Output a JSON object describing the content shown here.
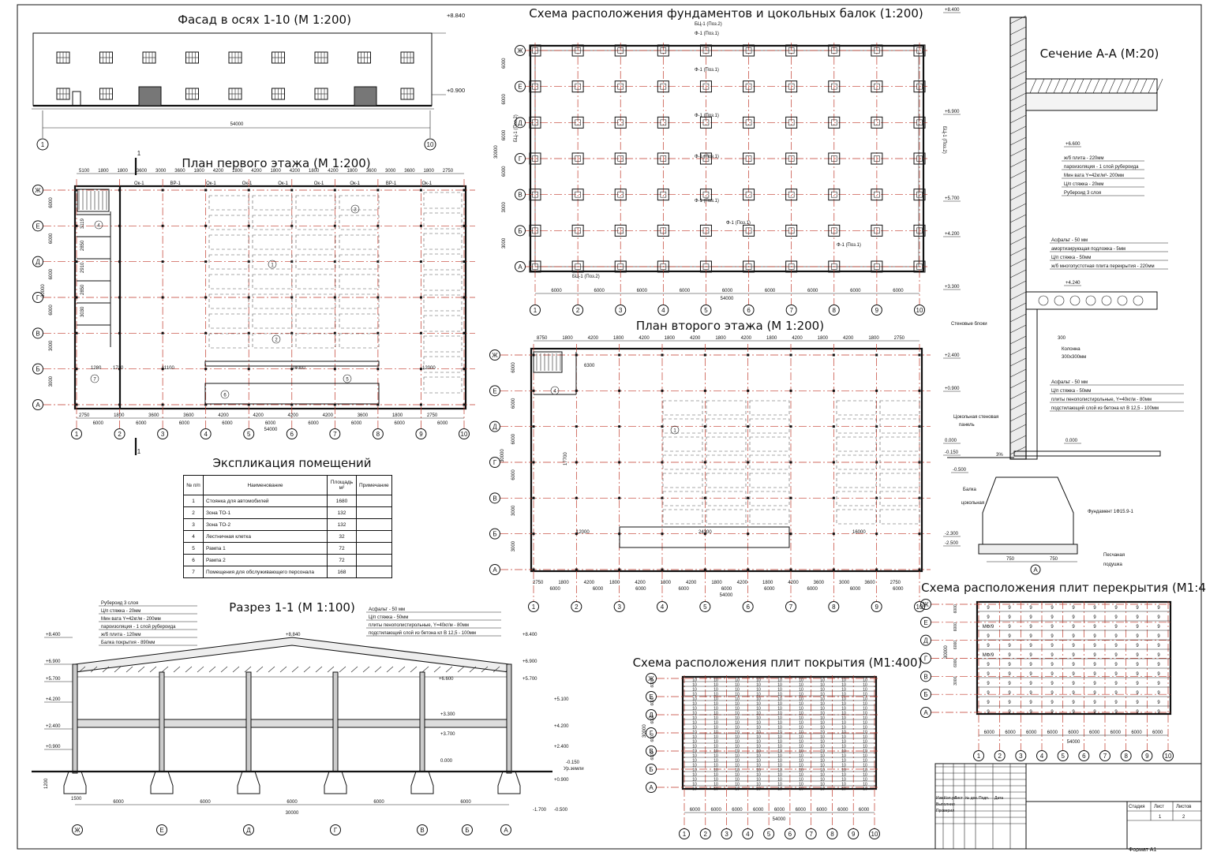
{
  "sheet": {
    "facade_title": "Фасад в осях 1-10 (М 1:200)",
    "foundation_title": "Схема расположения фундаментов и цокольных балок (1:200)",
    "plan1_title": "План первого этажа (М 1:200)",
    "plan2_title": "План второго этажа (М 1:200)",
    "section_aa_title": "Сечение А-А (М:20)",
    "expl_title": "Экспликация помещений",
    "section11_title": "Разрез 1-1 (М 1:100)",
    "roof_slabs_title": "Схема расположения плит покрытия (М1:400)",
    "floor_slabs_title": "Схема расположения плит перекрытия (М1:400)"
  },
  "facade": {
    "elev_top": "+8.840",
    "elev_mid": "+0.900",
    "dim": "54000",
    "axis_start": "1",
    "axis_end": "10"
  },
  "axes": {
    "numeric": [
      "1",
      "2",
      "3",
      "4",
      "5",
      "6",
      "7",
      "8",
      "9",
      "10"
    ],
    "letters": [
      "Ж",
      "Е",
      "Д",
      "Г",
      "В",
      "Б",
      "А"
    ],
    "section_letters": [
      "Ж",
      "Е",
      "Д",
      "Г",
      "В",
      "Б",
      "А"
    ]
  },
  "foundation": {
    "labels": [
      "БЦ-1 (Поз.2)",
      "Ф-1 (Поз.1)",
      "Ф-1 (Поз.1)",
      "Ф-1 (Поз.1)",
      "Ф-1 (Поз.1)",
      "Ф-1 (Поз.1)",
      "Ф-1 (Поз.1)",
      "Ф-1 (Поз.1)",
      "БЦ-1 (Поз.2)"
    ],
    "side_label_left": "БЦ-1 (Поз.2)",
    "side_label_right": "БЦ-1 (Поз.2)",
    "spans": [
      "6000",
      "6000",
      "6000",
      "6000",
      "6000",
      "6000",
      "6000",
      "6000",
      "6000"
    ],
    "total": "54000",
    "vert_dims": [
      "6000",
      "6000",
      "6000",
      "6000",
      "3000",
      "3000"
    ],
    "vert_total": "30000"
  },
  "plan1": {
    "top_dims": [
      "5100",
      "1800",
      "1800",
      "3600",
      "3000",
      "3600",
      "1800",
      "4200",
      "1800",
      "4200",
      "1800",
      "4200",
      "1800",
      "4200",
      "1800",
      "3600",
      "3000",
      "3600",
      "1800",
      "2750"
    ],
    "windows": [
      "Ок-1",
      "ВР-1",
      "Ок-1",
      "Ок-1",
      "Ок-1",
      "Ок-1",
      "Ок-1",
      "ВР-1",
      "Ок-1"
    ],
    "rooms": [
      "1",
      "2",
      "3",
      "4",
      "5",
      "6",
      "7"
    ],
    "inner_dims": [
      "3119",
      "2850",
      "2910",
      "2850",
      "3030"
    ],
    "bottom_dims": [
      "2750",
      "1800",
      "3600",
      "3600",
      "4200",
      "4200",
      "4200",
      "4200",
      "3600",
      "1800",
      "2750"
    ],
    "bottom_spans": [
      "6000",
      "6000",
      "6000",
      "6000",
      "6000",
      "6000",
      "6000",
      "6000",
      "6000"
    ],
    "bottom_total": "54000",
    "left_dims": [
      "6000",
      "6000",
      "6000",
      "6000",
      "3000",
      "3000"
    ],
    "left_total": "30000",
    "mid_dims": [
      "11100",
      "24000",
      "12000",
      "1280",
      "1720"
    ],
    "section_mark": "1"
  },
  "plan2": {
    "top_dims": [
      "8750",
      "1800",
      "4200",
      "1800",
      "4200",
      "1800",
      "4200",
      "1800",
      "4200",
      "1800",
      "4200",
      "1800",
      "4200",
      "1800",
      "2750"
    ],
    "rooms": [
      "1",
      "4"
    ],
    "inner_dims": [
      "6300",
      "17700",
      "12000",
      "24300",
      "16000"
    ],
    "bottom_dims": [
      "2750",
      "1800",
      "4200",
      "1800",
      "4200",
      "1800",
      "4200",
      "1800",
      "4200",
      "1800",
      "4200",
      "3600",
      "3000",
      "3600",
      "2750"
    ],
    "bottom_spans": [
      "6000",
      "6000",
      "6000",
      "6000",
      "6000",
      "6000",
      "6000",
      "6000",
      "6000"
    ],
    "bottom_total": "54000",
    "left_dims": [
      "6000",
      "6000",
      "6000",
      "6000",
      "3000",
      "3000"
    ],
    "left_total": "30000"
  },
  "section_aa": {
    "elevations": [
      "+8.400",
      "+6.900",
      "+6.600",
      "+5.700",
      "+4.200",
      "+4.240",
      "+3.300",
      "+2.400",
      "+0.900",
      "0.000",
      "0.000",
      "-0.150",
      "-0.500",
      "-2.300",
      "-2.500"
    ],
    "roof_layers": [
      "ж/б плита - 220мм",
      "пароизоляция - 1 слой рубероида",
      "Мин вата Y=42кг/м³- 200мм",
      "Ц/п стяжка - 20мм",
      "Рубероид 3 слоя"
    ],
    "floor_layers": [
      "Асфальт - 50 мм",
      "амортизирующая подложка - 5мм",
      "Ц/п стяжка - 50мм",
      "ж/б многопустотная плита перекрытия - 220мм"
    ],
    "ground_layers": [
      "Асфальт - 50 мм",
      "Ц/п стяжка - 50мм",
      "плиты пенополистирольные, Y=40кг/м - 80мм",
      "подстилающий слой из бетона кл В 12,5 - 100мм"
    ],
    "labels": {
      "wall_blocks": "Стеновые блоки",
      "column": "Колонна",
      "column_size": "300х300мм",
      "plinth_panel": "Цокольная стеновая",
      "plinth_panel2": "панель",
      "beam": "Балка",
      "beam2": "цокольная",
      "foundation": "Фундамент 1Ф15.9-1",
      "sand": "Песчаная",
      "sand2": "подушка",
      "dim_300": "300",
      "dim_750a": "750",
      "dim_750b": "750",
      "slope": "3%",
      "axis": "А"
    }
  },
  "explication": {
    "headers": [
      "№ п/п",
      "Наименование",
      "Площадь м²",
      "Примечание"
    ],
    "rows": [
      [
        "1",
        "Стоянка для автомобилей",
        "1680",
        ""
      ],
      [
        "2",
        "Зона ТО-1",
        "132",
        ""
      ],
      [
        "3",
        "Зона ТО-2",
        "132",
        ""
      ],
      [
        "4",
        "Лестничная клетка",
        "32",
        ""
      ],
      [
        "5",
        "Рампа 1",
        "72",
        ""
      ],
      [
        "6",
        "Рампа 2",
        "72",
        ""
      ],
      [
        "7",
        "Помещения для обслуживающего персонала",
        "168",
        ""
      ]
    ]
  },
  "section11": {
    "roof_layers": [
      "Рубероид 3 слоя",
      "Ц/п стяжка - 20мм",
      "Мин вата Y=42кг/м - 200мм",
      "пароизоляция - 1 слой рубероида",
      "ж/б плита - 120мм",
      "Балка покрытия - 890мм"
    ],
    "floor_layers": [
      "Асфальт - 50 мм",
      "Ц/п стяжка - 50мм",
      "плиты пенополистирольные, Y=40кг/м - 80мм",
      "подстилающий слой из бетона кл В 12,5 - 100мм"
    ],
    "elev_left": [
      "+8.400",
      "+6.900",
      "+5.700",
      "+4.200",
      "+2.400",
      "+0.900"
    ],
    "elev_right": [
      "+8.400",
      "+6.900",
      "+5.700",
      "+5.100",
      "+4.200",
      "+2.400",
      "+0.900",
      "-0.500",
      "-1.700"
    ],
    "elev_mid": [
      "+8.840",
      "+6.600",
      "+3.300",
      "+3.700",
      "0.000",
      "-0.150"
    ],
    "ground_label": "Ур.земли",
    "dims": [
      "6000",
      "6000",
      "6000",
      "6000",
      "6000"
    ],
    "total": "30000",
    "foot_dims": [
      "1200",
      "1500"
    ]
  },
  "roof_slabs": {
    "mark_a": "10",
    "mark_b": "10",
    "vert_total": "30000",
    "vert_dims": [
      "6000",
      "6000",
      "6000",
      "6000",
      "6000"
    ],
    "spans": [
      "6000",
      "6000",
      "6000",
      "6000",
      "6000",
      "6000",
      "6000",
      "6000",
      "6000"
    ],
    "total": "54000"
  },
  "floor_slabs": {
    "mark": "9",
    "special": "МФ/9",
    "spans": [
      "6000",
      "6000",
      "6000",
      "6000",
      "6000",
      "6000",
      "6000",
      "6000",
      "6000"
    ],
    "total": "54000",
    "vert_dims": [
      "6000",
      "6000",
      "6000",
      "6000",
      "3000"
    ],
    "vert_total": "30000"
  },
  "stamp": {
    "cols": [
      "Изм.",
      "Кол.уч.",
      "Лист",
      "№ док.",
      "Подп.",
      "Дата"
    ],
    "rows": [
      "Выполнил",
      "Проверил"
    ],
    "stage": "Стадия",
    "sheet": "Лист",
    "sheets": "Листов",
    "sheet_no": "1",
    "sheets_no": "2",
    "format": "Формат А1"
  }
}
